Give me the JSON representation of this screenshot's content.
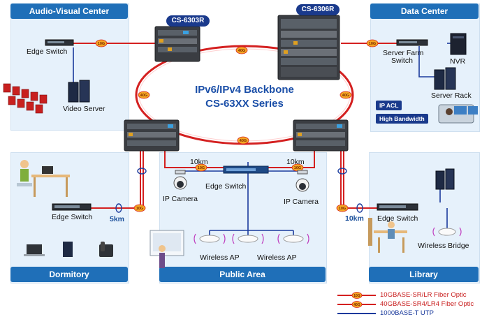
{
  "zones": {
    "audio_visual": "Audio-Visual Center",
    "data_center": "Data Center",
    "dormitory": "Dormitory",
    "public_area": "Public Area",
    "library": "Library"
  },
  "models": {
    "left_core": "CS-6303R",
    "right_core": "CS-6306R"
  },
  "backbone": {
    "line1": "IPv6/IPv4 Backbone",
    "line2": "CS-63XX Series"
  },
  "labels": {
    "edge_switch_av": "Edge Switch",
    "video_server": "Video Server",
    "server_farm_switch_1": "Server Farm",
    "server_farm_switch_2": "Switch",
    "nvr": "NVR",
    "server_rack": "Server Rack",
    "edge_switch_dorm": "Edge Switch",
    "dist_dorm": "5km",
    "edge_switch_public": "Edge Switch",
    "ip_camera_left": "IP Camera",
    "ip_camera_right": "IP Camera",
    "dist_left": "10km",
    "dist_right": "10km",
    "wireless_ap_1": "Wireless AP",
    "wireless_ap_2": "Wireless AP",
    "edge_switch_library": "Edge Switch",
    "dist_library": "10km",
    "wireless_bridge": "Wireless Bridge"
  },
  "badges": {
    "ip_acl": "IP ACL",
    "high_bandwidth": "High Bandwidth"
  },
  "port_tags": {
    "ten_g": "10G",
    "forty_g": "40G"
  },
  "legend": [
    {
      "tag": "10G",
      "text": "10GBASE-SR/LR Fiber Optic",
      "color": "#d42020"
    },
    {
      "tag": "40G",
      "text": "40GBASE-SR4/LR4 Fiber Optic",
      "color": "#d42020"
    },
    {
      "tag": "",
      "text": "1000BASE-T UTP",
      "color": "#1a3a9c"
    }
  ],
  "colors": {
    "fiber": "#d42020",
    "utp": "#1a3a9c",
    "zone": "#e6f1fb",
    "title_bar": "#1f6fb8",
    "tag_fill": "#f5a623"
  }
}
